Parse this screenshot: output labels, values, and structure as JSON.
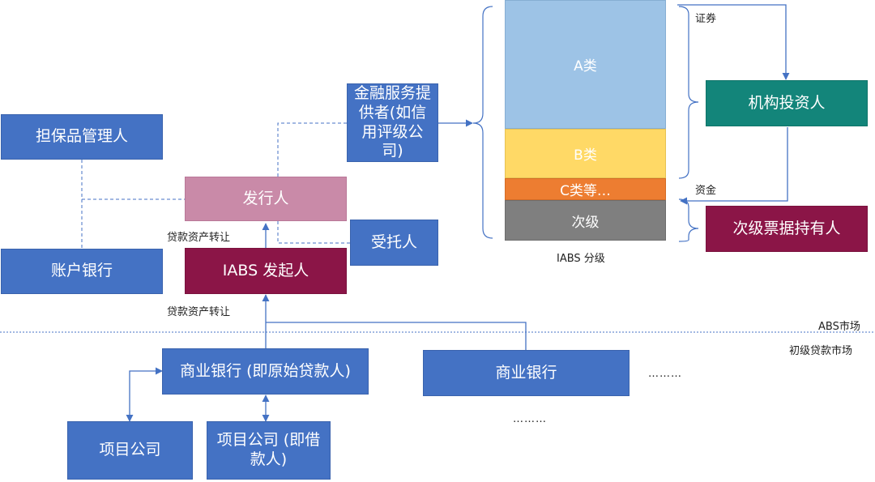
{
  "nodes": {
    "collateral_manager": "担保品管理人",
    "account_bank": "账户银行",
    "issuer": "发行人",
    "trustee": "受托人",
    "iabs_originator": "IABS 发起人",
    "financial_service_provider": "金融服务提供者(如信用评级公司)",
    "institutional_investor": "机构投资人",
    "subordinate_holder": "次级票据持有人",
    "commercial_bank_original": "商业银行 (即原始贷款人)",
    "commercial_bank": "商业银行",
    "project_company": "项目公司",
    "project_company_borrower": "项目公司 (即借款人)"
  },
  "tranches": {
    "a": "A类",
    "b": "B类",
    "c": "C类等…",
    "subordinate": "次级"
  },
  "labels": {
    "loan_transfer_1": "贷款资产转让",
    "loan_transfer_2": "贷款资产转让",
    "securities": "证券",
    "funds": "资金",
    "tranching_caption": "IABS 分级",
    "abs_market": "ABS市场",
    "primary_loan_market": "初级贷款市场",
    "ellipsis_right": "………",
    "ellipsis_bottom": "………"
  },
  "colors": {
    "blue": "#4472c4",
    "pink": "#c98aa8",
    "maroon": "#8b1547",
    "teal": "#13857a",
    "tranche_a": "#9dc3e6",
    "tranche_b": "#ffd966",
    "tranche_c": "#ed7d31",
    "tranche_sub": "#7f7f7f"
  }
}
